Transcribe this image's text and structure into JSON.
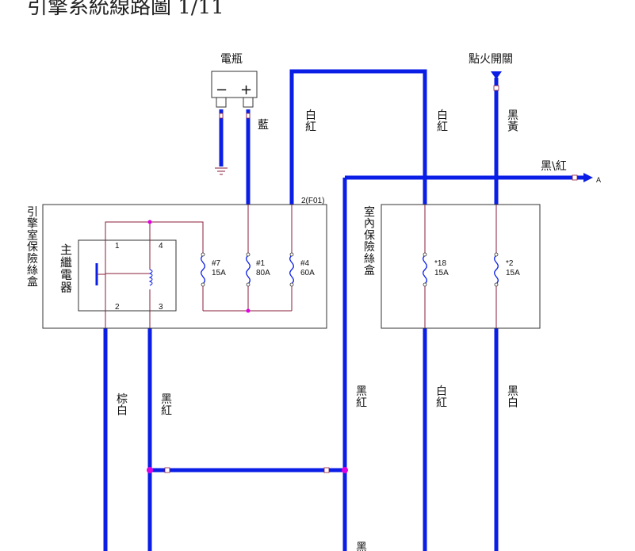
{
  "title": "引擎系統線路圖 1/11",
  "battery": {
    "label": "電瓶",
    "minus": "−",
    "plus": "+"
  },
  "ignition": {
    "label": "點火開關"
  },
  "connector": {
    "f01": "2(F01)",
    "arrow_label": "黑\\紅",
    "arrow_end": "A"
  },
  "boxes": {
    "engine_fuse_box": "引擎室保險絲盒",
    "interior_fuse_box": "室內保險絲盒",
    "main_relay": "主繼電器"
  },
  "relay_pins": {
    "p1": "1",
    "p2": "2",
    "p3": "3",
    "p4": "4"
  },
  "fuses": [
    {
      "id": "#7",
      "amp": "15A"
    },
    {
      "id": "#1",
      "amp": "80A"
    },
    {
      "id": "#4",
      "amp": "60A"
    },
    {
      "id": "*18",
      "amp": "15A"
    },
    {
      "id": "*2",
      "amp": "15A"
    }
  ],
  "wires": {
    "batt_blue": "藍",
    "white_red_a": "白紅",
    "white_red_b": "白紅",
    "black_yellow": "黑黃",
    "brown_white": "棕白",
    "black_red_a": "黑紅",
    "black_red_b": "黑紅",
    "white_red_c": "白紅",
    "black_white": "黑白",
    "bottom_cut": "黑"
  },
  "colors": {
    "wire": "#0a1ee6",
    "thin": "#8a1c3a",
    "node": "#e000e0"
  }
}
